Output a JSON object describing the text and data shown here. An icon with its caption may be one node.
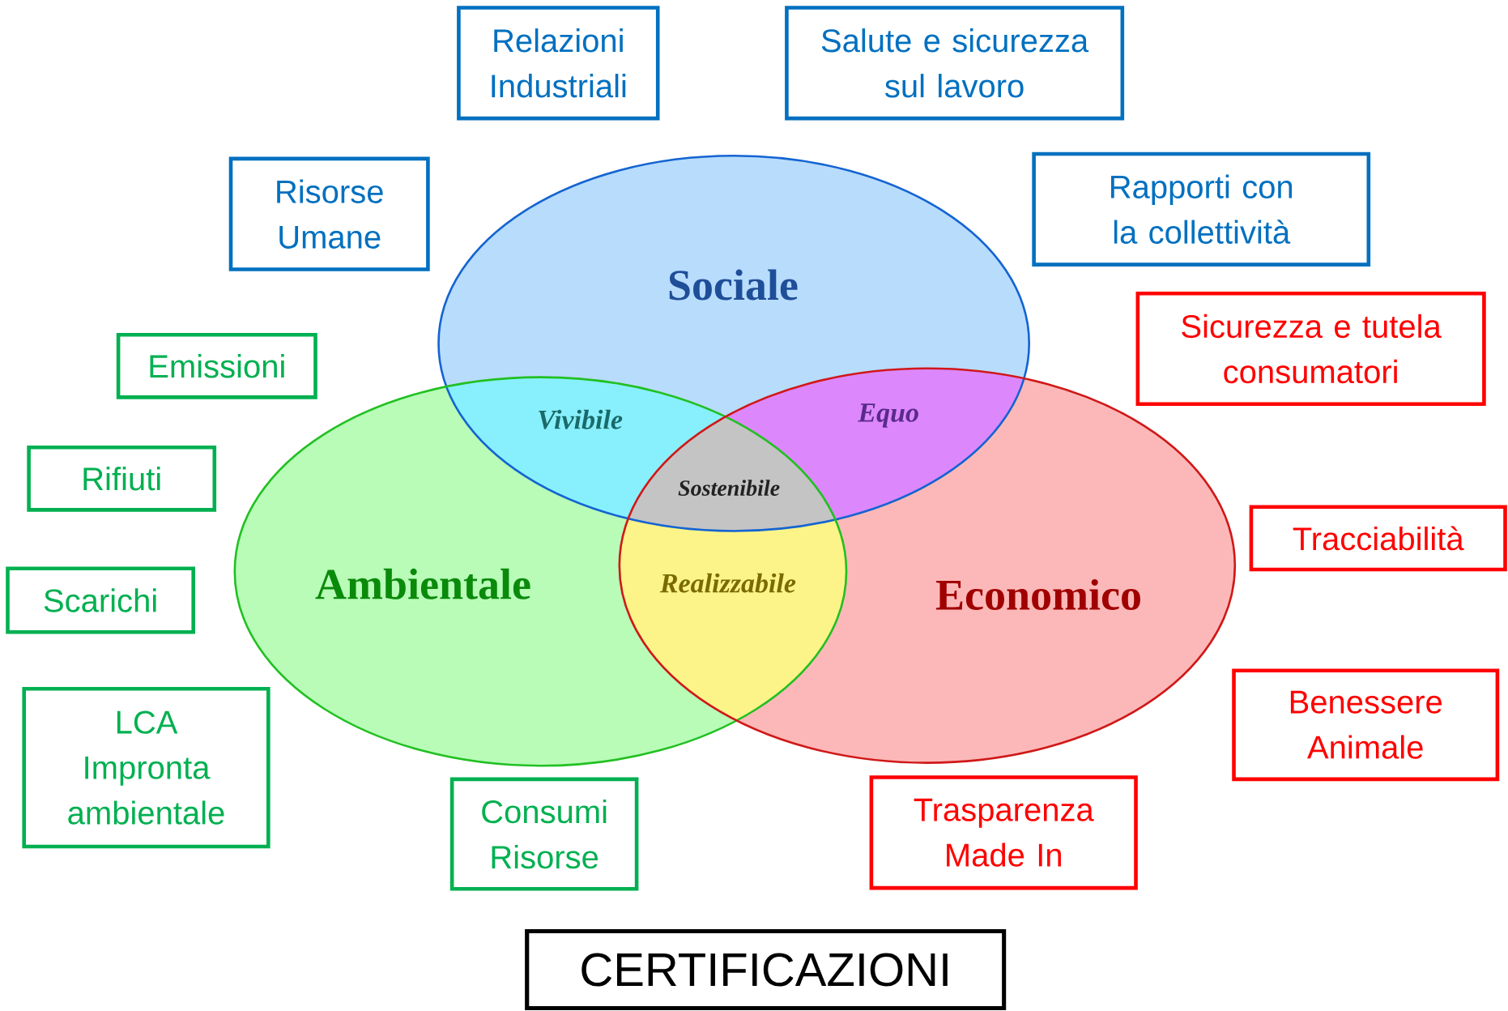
{
  "diagram": {
    "nodes": [
      {
        "text": [
          "Sociale"
        ]
      },
      {
        "text": [
          "Ambientale"
        ]
      },
      {
        "text": [
          "Economico"
        ]
      },
      {
        "text": [
          "Relazioni Industriali"
        ]
      },
      {
        "text": [
          "Salute e sicurezza sul lavoro"
        ]
      },
      {
        "text": [
          "Rapporti con la collettività"
        ]
      },
      {
        "text": [
          "Risorse Umane"
        ]
      },
      {
        "text": [
          "Sicurezza e tutela consumatori"
        ]
      },
      {
        "text": [
          "Emissioni"
        ]
      },
      {
        "text": [
          "Rifiuti"
        ]
      },
      {
        "text": [
          "Tracciabilità"
        ]
      },
      {
        "text": [
          "Scarichi"
        ]
      },
      {
        "text": [
          "Benessere Animale"
        ]
      },
      {
        "text": [
          "LCA Impronta ambientale"
        ]
      },
      {
        "text": [
          "Trasparenza Made In"
        ]
      },
      {
        "text": [
          "Consumi Risorse"
        ]
      },
      {
        "text": [
          "CERTIFICAZIONI"
        ]
      }
    ],
    "labels": [
      "Vivibile",
      "Equo",
      "Sostenibile",
      "Realizzabile"
    ]
  }
}
